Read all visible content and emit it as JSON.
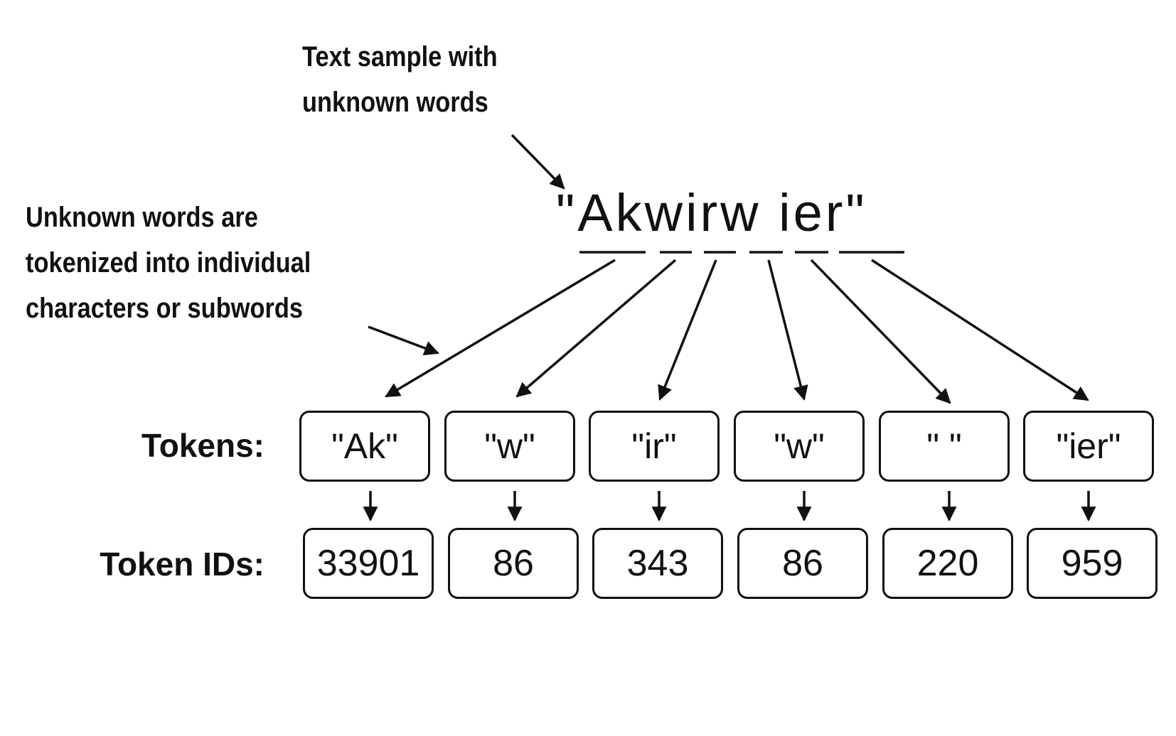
{
  "annotations": {
    "text_sample": [
      "Text sample with",
      "unknown words"
    ],
    "unknown_words": [
      "Unknown words are",
      "tokenized into individual",
      "characters or subwords"
    ]
  },
  "sample_text": "\"Akwirw ier\"",
  "rows": {
    "tokens_label": "Tokens:",
    "token_ids_label": "Token IDs:"
  },
  "tokens": [
    "\"Ak\"",
    "\"w\"",
    "\"ir\"",
    "\"w\"",
    "\" \"",
    "\"ier\""
  ],
  "token_ids": [
    "33901",
    "86",
    "343",
    "86",
    "220",
    "959"
  ],
  "colors": {
    "ink": "#111111",
    "background": "#ffffff"
  }
}
